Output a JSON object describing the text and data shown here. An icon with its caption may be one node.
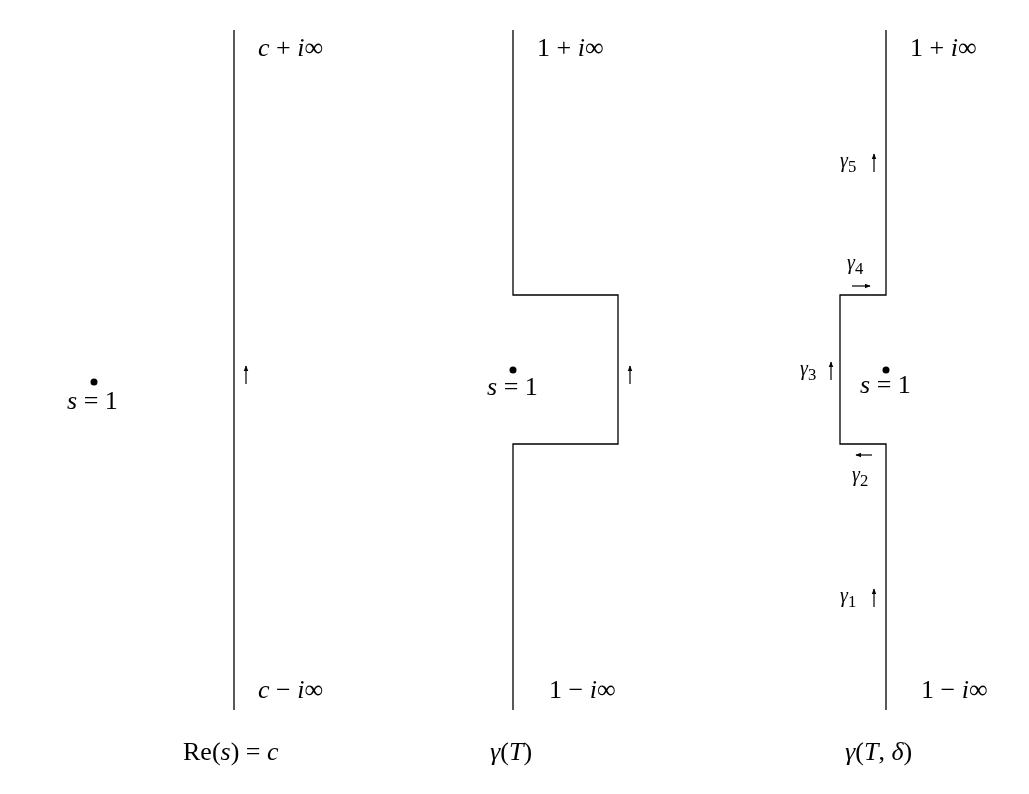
{
  "diagram": {
    "labels": [
      "*c* + *i*∞",
      "1 + *i*∞",
      "1 + *i*∞",
      "*γ*$_{5}$",
      "*γ*$_{4}$",
      "*γ*$_{3}$",
      "*s* = 1",
      "*s* = 1",
      "*s* = 1",
      "*γ*$_{2}$",
      "*γ*$_{1}$",
      "*c* − *i*∞",
      "1 − *i*∞",
      "1 − *i*∞",
      "Re(*s*) = *c*",
      "*γ*(*T*)",
      "*γ*(*T*, *δ*)"
    ]
  }
}
